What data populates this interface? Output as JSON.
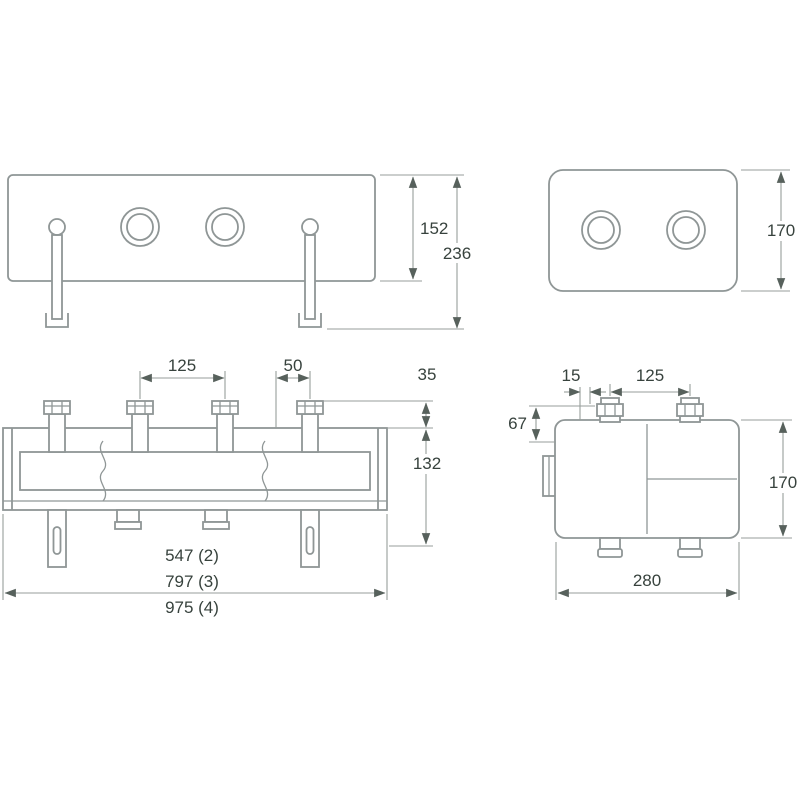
{
  "colors": {
    "background": "#ffffff",
    "object_line": "#8f9696",
    "dimension_line": "#979e9b",
    "arrow": "#57615c",
    "text": "#37423d"
  },
  "views": {
    "front_upper": {
      "dims": {
        "body_height": "152",
        "total_height": "236"
      }
    },
    "side_upper": {
      "dims": {
        "height": "170"
      }
    },
    "front_lower": {
      "dims": {
        "port_spacing": "125",
        "end_port_offset": "50",
        "connector_height": "35",
        "body_height": "132",
        "length_2_ports": "547 (2)",
        "length_3_ports": "797 (3)",
        "length_4_ports": "975 (4)"
      }
    },
    "side_lower": {
      "dims": {
        "edge_offset": "15",
        "port_spacing": "125",
        "connector_height": "67",
        "height": "170",
        "depth": "280"
      }
    }
  }
}
